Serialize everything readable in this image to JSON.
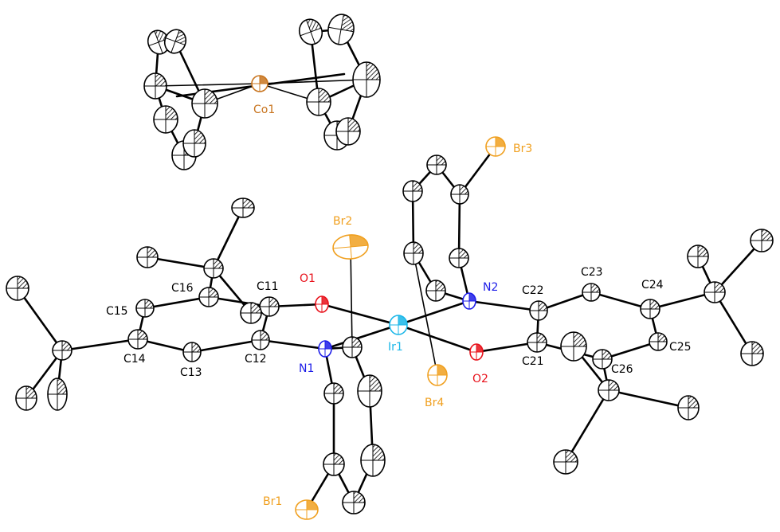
{
  "colors": {
    "carbon": "#000000",
    "oxygen": "#e8101a",
    "nitrogen": "#1d1de8",
    "bromine": "#f0a020",
    "iridium": "#19b6e8",
    "cobalt": "#c8741e",
    "label_carbon": "#000000"
  },
  "atoms": [
    {
      "id": "Co1",
      "label": "Co1",
      "element": "Co"
    },
    {
      "id": "Ir1",
      "label": "Ir1",
      "element": "Ir"
    },
    {
      "id": "Br1",
      "label": "Br1",
      "element": "Br"
    },
    {
      "id": "Br2",
      "label": "Br2",
      "element": "Br"
    },
    {
      "id": "Br3",
      "label": "Br3",
      "element": "Br"
    },
    {
      "id": "Br4",
      "label": "Br4",
      "element": "Br"
    },
    {
      "id": "O1",
      "label": "O1",
      "element": "O"
    },
    {
      "id": "O2",
      "label": "O2",
      "element": "O"
    },
    {
      "id": "N1",
      "label": "N1",
      "element": "N"
    },
    {
      "id": "N2",
      "label": "N2",
      "element": "N"
    },
    {
      "id": "C11",
      "label": "C11",
      "element": "C"
    },
    {
      "id": "C12",
      "label": "C12",
      "element": "C"
    },
    {
      "id": "C13",
      "label": "C13",
      "element": "C"
    },
    {
      "id": "C14",
      "label": "C14",
      "element": "C"
    },
    {
      "id": "C15",
      "label": "C15",
      "element": "C"
    },
    {
      "id": "C16",
      "label": "C16",
      "element": "C"
    },
    {
      "id": "C21",
      "label": "C21",
      "element": "C"
    },
    {
      "id": "C22",
      "label": "C22",
      "element": "C"
    },
    {
      "id": "C23",
      "label": "C23",
      "element": "C"
    },
    {
      "id": "C24",
      "label": "C24",
      "element": "C"
    },
    {
      "id": "C25",
      "label": "C25",
      "element": "C"
    },
    {
      "id": "C26",
      "label": "C26",
      "element": "C"
    }
  ]
}
